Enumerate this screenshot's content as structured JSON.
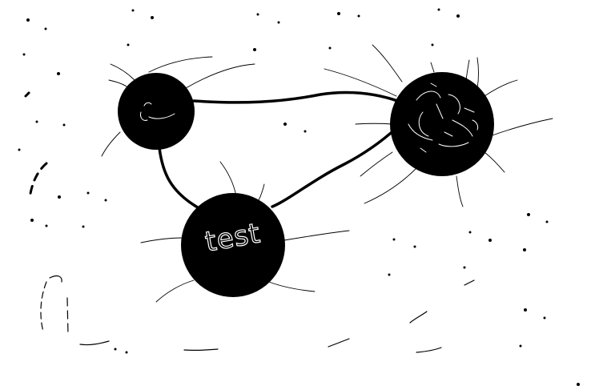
{
  "colors": {
    "background": "#ffffff",
    "ink": "#000000",
    "highlight": "#ffffff"
  },
  "nodes": [
    {
      "id": "small-node",
      "label": ""
    },
    {
      "id": "large-node",
      "label": ""
    },
    {
      "id": "test-node",
      "label": "test"
    }
  ]
}
